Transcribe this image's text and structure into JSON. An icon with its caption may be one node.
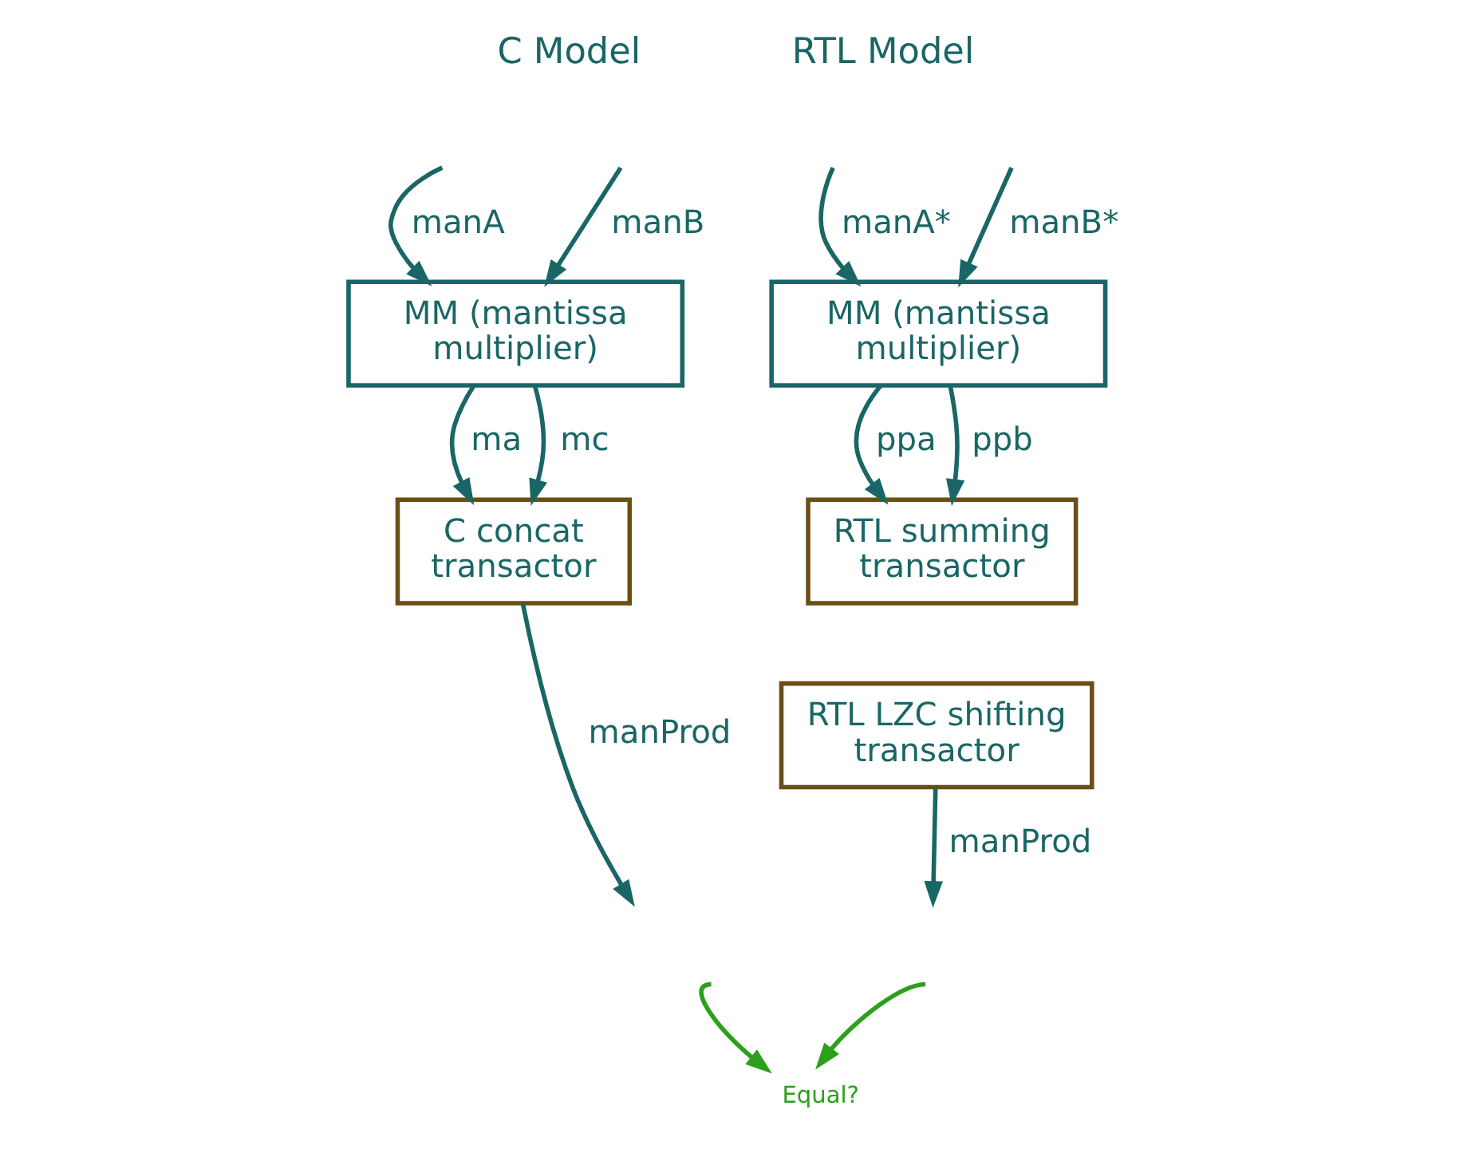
{
  "diagram": {
    "nodes": [
      {
        "text": [
          "MM (mantissa multiplier)"
        ]
      },
      {
        "text": [
          "C concat transactor"
        ]
      },
      {
        "text": [
          "MM (mantissa multiplier)"
        ]
      },
      {
        "text": [
          "RTL summing transactor"
        ]
      },
      {
        "text": [
          "RTL LZC shifting transactor"
        ]
      },
      {
        "text": [
          "Equal?"
        ]
      }
    ],
    "edges": [
      {
        "from": null,
        "to": 0,
        "arrow": "to",
        "label": "manA"
      },
      {
        "from": null,
        "to": 0,
        "arrow": "to",
        "label": "manB"
      },
      {
        "from": 0,
        "to": 1,
        "arrow": "to",
        "label": "ma"
      },
      {
        "from": 0,
        "to": 1,
        "arrow": "to",
        "label": "mc"
      },
      {
        "from": 1,
        "to": null,
        "arrow": "to",
        "label": "manProd"
      },
      {
        "from": null,
        "to": 5,
        "arrow": "to",
        "color": "#2ca01c"
      },
      {
        "from": null,
        "to": 2,
        "arrow": "to",
        "label": "manA*"
      },
      {
        "from": null,
        "to": 2,
        "arrow": "to",
        "label": "manB*"
      },
      {
        "from": 2,
        "to": 3,
        "arrow": "to",
        "label": "ppa"
      },
      {
        "from": 2,
        "to": 3,
        "arrow": "to",
        "label": "ppb"
      },
      {
        "from": 4,
        "to": null,
        "arrow": "to",
        "label": "manProd"
      },
      {
        "from": null,
        "to": 5,
        "arrow": "to",
        "color": "#2ca01c"
      }
    ],
    "labels": [
      "C Model",
      "RTL Model"
    ]
  }
}
